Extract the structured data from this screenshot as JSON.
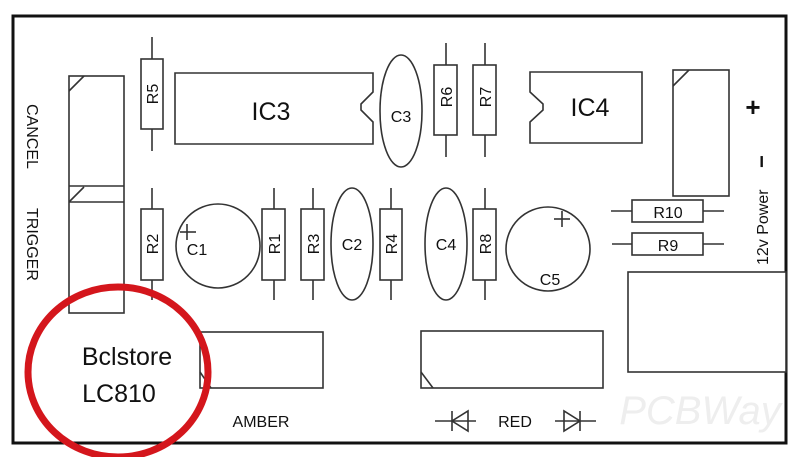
{
  "board": {
    "connectors": {
      "cancel": "CANCEL",
      "trigger": "TRIGGER",
      "power": "12v Power",
      "plus": "+",
      "minus": "−"
    },
    "ics": [
      "IC3",
      "IC4"
    ],
    "resistors": {
      "r1": "R1",
      "r2": "R2",
      "r3": "R3",
      "r4": "R4",
      "r5": "R5",
      "r6": "R6",
      "r7": "R7",
      "r8": "R8",
      "r9": "R9",
      "r10": "R10"
    },
    "capacitors": {
      "c1": "C1",
      "c2": "C2",
      "c3": "C3",
      "c4": "C4",
      "c5": "C5"
    },
    "led_labels": {
      "amber": "AMBER",
      "red": "RED"
    },
    "annotation": {
      "line1": "Bclstore",
      "line2": "LC810",
      "color": "#d4161c"
    },
    "watermark": "PCBWay"
  }
}
